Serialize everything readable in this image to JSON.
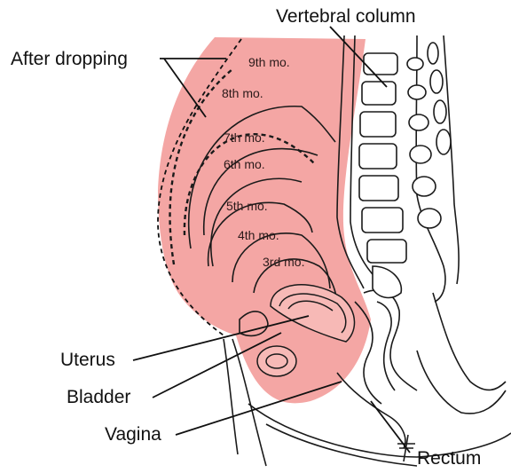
{
  "labels": {
    "vertebral_column": "Vertebral column",
    "after_dropping": "After dropping",
    "uterus": "Uterus",
    "bladder": "Bladder",
    "vagina": "Vagina",
    "rectum": "Rectum"
  },
  "months": [
    "9th mo.",
    "8th mo.",
    "7th mo.",
    "6th mo.",
    "5th mo.",
    "4th mo.",
    "3rd mo."
  ],
  "colors": {
    "uterus_fill": "#f4a6a4",
    "line": "#1a1a1a",
    "background": "#ffffff"
  }
}
